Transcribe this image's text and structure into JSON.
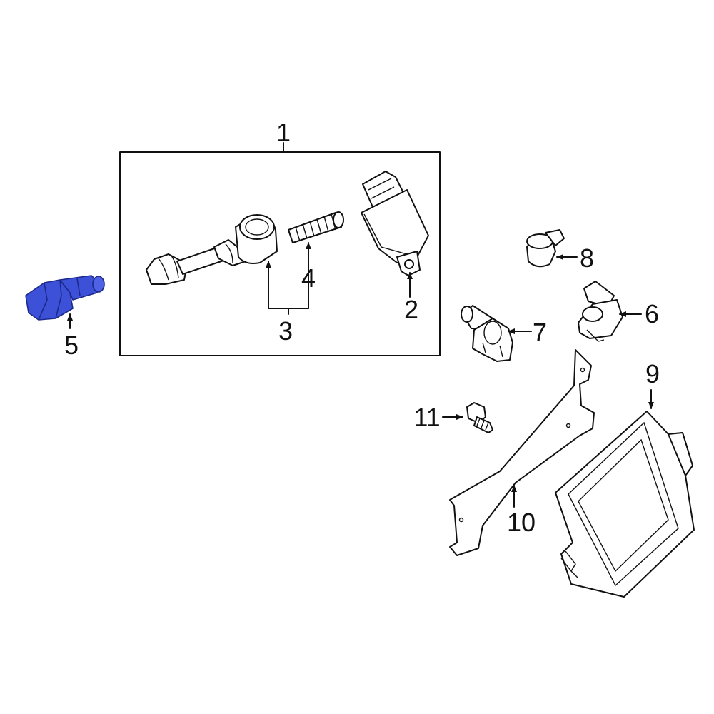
{
  "labels": {
    "l1": "1",
    "l2": "2",
    "l3": "3",
    "l4": "4",
    "l5": "5",
    "l6": "6",
    "l7": "7",
    "l8": "8",
    "l9": "9",
    "l10": "10",
    "l11": "11"
  },
  "parts": [
    {
      "callout": "1",
      "icon": "ignition-coil-kit-icon",
      "highlighted": false
    },
    {
      "callout": "2",
      "icon": "ignition-coil-icon",
      "highlighted": false
    },
    {
      "callout": "3",
      "icon": "coil-boot-icon",
      "highlighted": false
    },
    {
      "callout": "4",
      "icon": "spring-icon",
      "highlighted": false
    },
    {
      "callout": "5",
      "icon": "temperature-sensor-icon",
      "highlighted": true
    },
    {
      "callout": "6",
      "icon": "camshaft-sensor-icon",
      "highlighted": false
    },
    {
      "callout": "7",
      "icon": "crankshaft-sensor-icon",
      "highlighted": false
    },
    {
      "callout": "8",
      "icon": "knock-sensor-icon",
      "highlighted": false
    },
    {
      "callout": "9",
      "icon": "engine-control-module-icon",
      "highlighted": false
    },
    {
      "callout": "10",
      "icon": "bracket-icon",
      "highlighted": false
    },
    {
      "callout": "11",
      "icon": "bolt-icon",
      "highlighted": false
    }
  ],
  "colors": {
    "highlight_fill": "#3d50d8",
    "highlight_stroke": "#1b2a8a",
    "line": "#111111",
    "background": "#ffffff"
  }
}
